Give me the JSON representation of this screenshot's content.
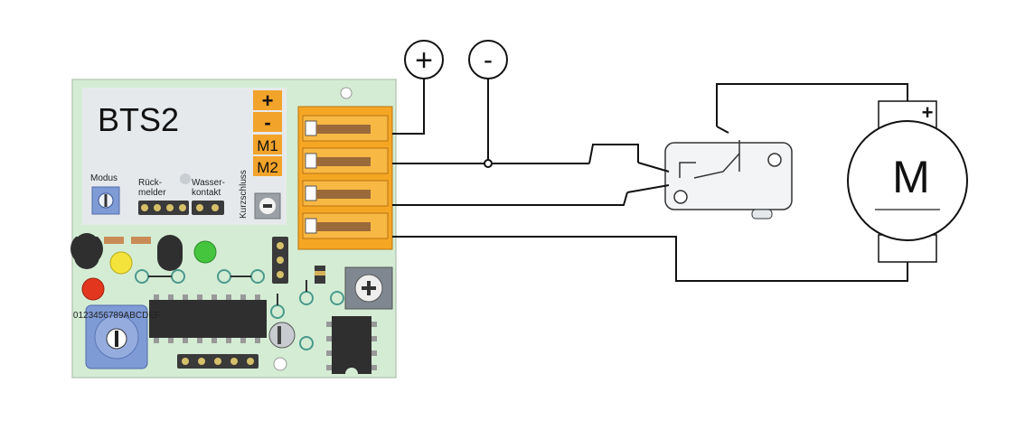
{
  "board": {
    "title": "BTS2",
    "terminal_labels": [
      "+",
      "-",
      "M1",
      "M2"
    ],
    "modus_label": "Modus",
    "rueck_label_1": "Rück-",
    "rueck_label_2": "melder",
    "wasser_label_1": "Wasser-",
    "wasser_label_2": "kontakt",
    "side_tiny_label": "Kurzschluss",
    "dial_digits": "0123456789ABCDEF"
  },
  "supply": {
    "plus_symbol": "+",
    "minus_symbol": "-"
  },
  "motor": {
    "symbol": "M",
    "plus_mark": "+"
  },
  "colors": {
    "board_green": "#d4ecd4",
    "terminal_orange": "#f5a623",
    "label_orange": "#f2a32a",
    "panel_gray": "#e6e9ec",
    "chip_dark": "#2f2f2f",
    "led_yellow": "#f4e33a",
    "led_green": "#44c53d",
    "led_red": "#e2371e",
    "dial_blue": "#7f9bd6",
    "wire": "#111111"
  },
  "icons": [
    "plus-circle-icon",
    "minus-circle-icon",
    "motor-icon",
    "microswitch-icon",
    "rotary-dial-icon",
    "potentiometer-icon"
  ]
}
